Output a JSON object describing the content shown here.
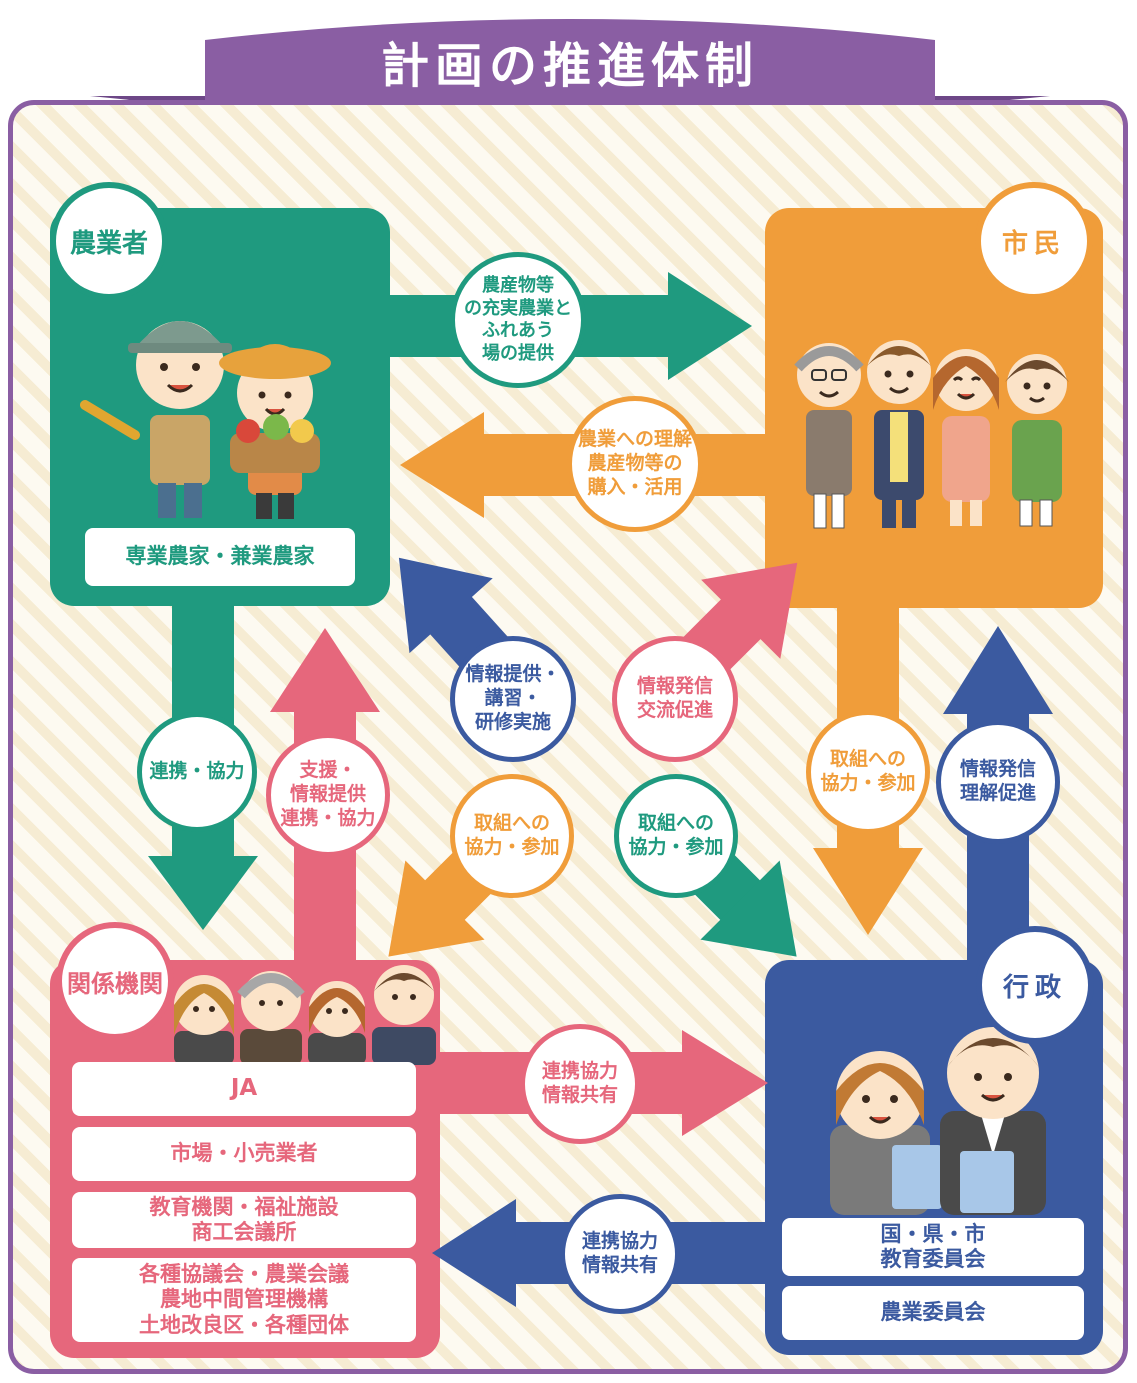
{
  "title": "計画の推進体制",
  "colors": {
    "purple": "#8a5ea3",
    "green": "#1f9a7f",
    "orange": "#f09d3a",
    "pink": "#e6677c",
    "blue": "#3b5aa0"
  },
  "nodes": {
    "farmer": {
      "label": "農業者",
      "sub": "専業農家・兼業農家"
    },
    "citizen": {
      "label": "市民"
    },
    "related": {
      "label": "関係機関",
      "items": [
        {
          "line1": "JA",
          "line2": ""
        },
        {
          "line1": "市場・小売業者",
          "line2": ""
        },
        {
          "line1": "教育機関・福祉施設",
          "line2": "商工会議所"
        },
        {
          "line1": "各種協議会・農業会議",
          "line2": "農地中間管理機構",
          "line3": "土地改良区・各種団体"
        }
      ]
    },
    "government": {
      "label": "行政",
      "items": [
        {
          "line1": "国・県・市",
          "line2": "教育委員会"
        },
        {
          "line1": "農業委員会",
          "line2": ""
        }
      ]
    }
  },
  "flows": {
    "farmer_to_citizen": {
      "line1": "農産物等",
      "line2": "の充実農業と",
      "line3": "ふれあう",
      "line4": "場の提供"
    },
    "citizen_to_farmer": {
      "line1": "農業への理解",
      "line2": "農産物等の",
      "line3": "購入・活用"
    },
    "farmer_to_related": {
      "line1": "連携・協力"
    },
    "related_to_farmer": {
      "line1": "支援・",
      "line2": "情報提供",
      "line3": "連携・協力"
    },
    "gov_to_farmer": {
      "line1": "情報提供・",
      "line2": "講習・",
      "line3": "研修実施"
    },
    "gov_to_citizen_diag": {
      "line1": "情報発信",
      "line2": "交流促進"
    },
    "citizen_to_related": {
      "line1": "取組への",
      "line2": "協力・参加"
    },
    "farmer_to_gov": {
      "line1": "取組への",
      "line2": "協力・参加"
    },
    "citizen_to_gov": {
      "line1": "取組への",
      "line2": "協力・参加"
    },
    "gov_to_citizen": {
      "line1": "情報発信",
      "line2": "理解促進"
    },
    "related_to_gov": {
      "line1": "連携協力",
      "line2": "情報共有"
    },
    "gov_to_related": {
      "line1": "連携協力",
      "line2": "情報共有"
    }
  }
}
